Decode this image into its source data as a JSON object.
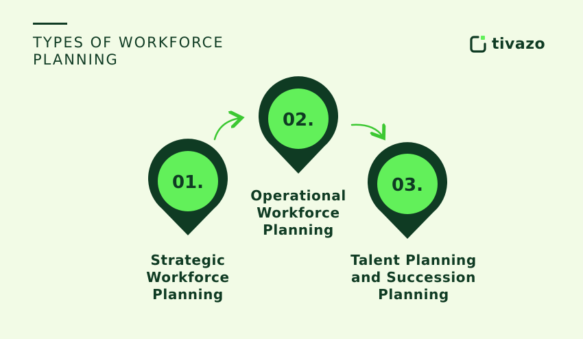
{
  "title": "TYPES OF WORKFORCE PLANNING",
  "brand": {
    "name": "tivazo",
    "icon": "tivazo-logo-icon"
  },
  "colors": {
    "background": "#f2fbe6",
    "pin_dark": "#0f3b23",
    "pin_fill": "#62f05a",
    "arrow": "#3cc832"
  },
  "steps": [
    {
      "number": "01.",
      "label_lines": [
        "Strategic",
        "Workforce",
        "Planning"
      ]
    },
    {
      "number": "02.",
      "label_lines": [
        "Operational",
        "Workforce",
        "Planning"
      ]
    },
    {
      "number": "03.",
      "label_lines": [
        "Talent Planning",
        "and Succession",
        "Planning"
      ]
    }
  ]
}
